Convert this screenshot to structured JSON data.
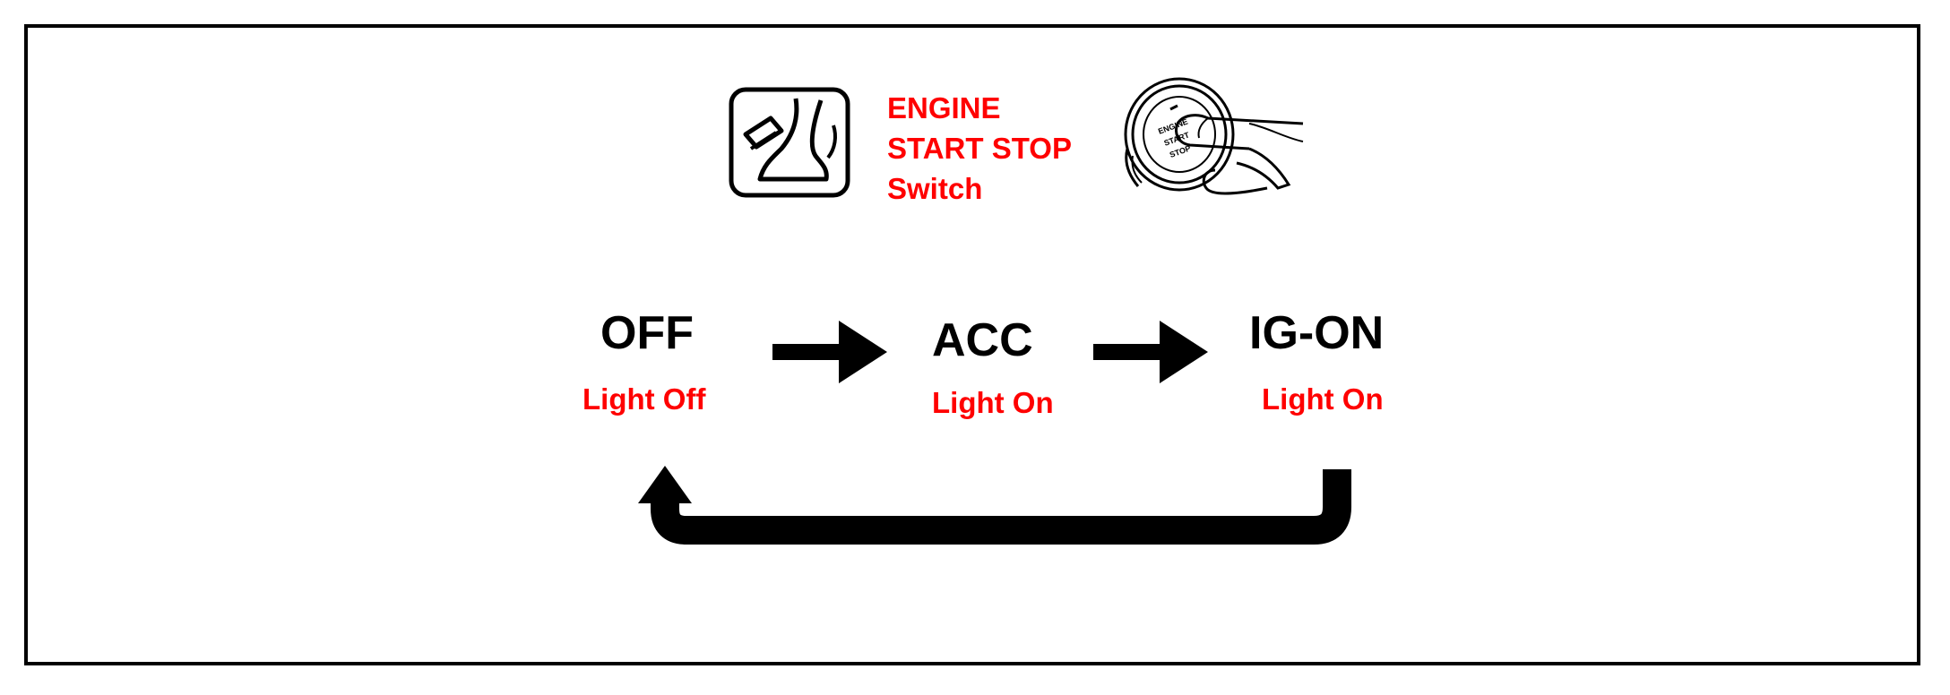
{
  "header": {
    "title_lines": [
      "ENGINE",
      "START STOP",
      "Switch"
    ],
    "title_color": "#ff0000",
    "seat_icon": "seat-pedal-icon",
    "button_icon": "start-stop-button-icon",
    "button_text_lines": [
      "ENGINE",
      "START",
      "STOP"
    ]
  },
  "states": [
    {
      "label": "OFF",
      "sublabel": "Light Off"
    },
    {
      "label": "ACC",
      "sublabel": "Light On"
    },
    {
      "label": "IG-ON",
      "sublabel": "Light On"
    }
  ],
  "colors": {
    "label": "#000000",
    "sublabel": "#ff0000",
    "arrow": "#000000",
    "border": "#000000"
  }
}
